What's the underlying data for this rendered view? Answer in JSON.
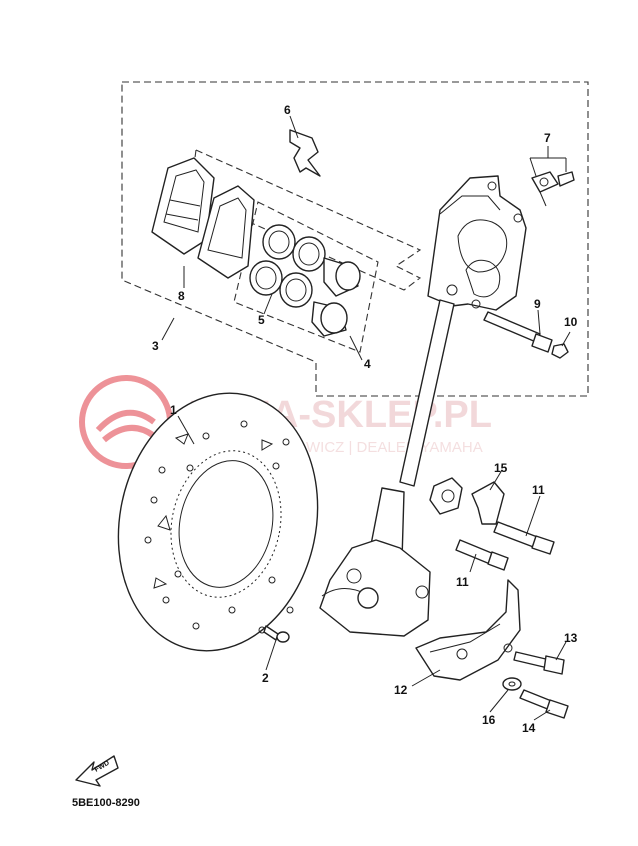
{
  "watermark": {
    "title": "YAMA-SKLEP.PL",
    "subtitle": "MIECHOWICZ | DEALER YAMAHA",
    "color": "#e03a44"
  },
  "diagram_code": "5BE100-8290",
  "fwd_label": "FWD",
  "callouts": {
    "n1": "1",
    "n2": "2",
    "n3": "3",
    "n4": "4",
    "n5": "5",
    "n6": "6",
    "n7": "7",
    "n8": "8",
    "n9": "9",
    "n10": "10",
    "n11a": "11",
    "n11b": "11",
    "n12": "12",
    "n13": "13",
    "n14": "14",
    "n15": "15",
    "n16": "16"
  }
}
